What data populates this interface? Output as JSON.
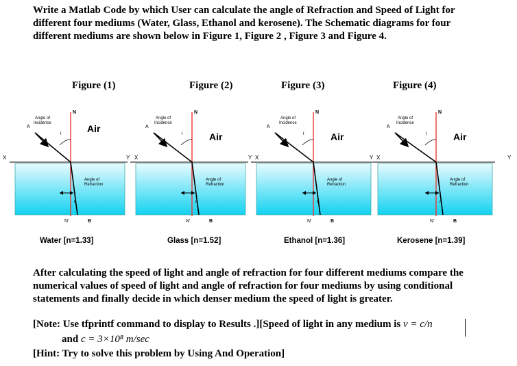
{
  "intro_text": "Write a Matlab Code by which User can calculate the angle of Refraction and Speed of Light for different four mediums (Water, Glass, Ethanol and kerosene). The Schematic diagrams for four different mediums are shown below in Figure 1, Figure 2 , Figure 3 and Figure 4.",
  "figure_labels": {
    "incidence": [
      "Angle of",
      "Incidence"
    ],
    "refraction": [
      "Angle of",
      "Refraction"
    ],
    "air": "Air",
    "point_a": "A",
    "point_b": "B",
    "normal_top": "N",
    "normal_bottom": "N'",
    "angle_i": "i",
    "angle_r": "r",
    "axis_left": "X",
    "axis_right": "Y"
  },
  "figures": [
    {
      "caption": "Figure (1)",
      "medium": "Water [n=1.33]"
    },
    {
      "caption": "Figure (2)",
      "medium": "Glass [n=1.52]"
    },
    {
      "caption": "Figure (3)",
      "medium": "Ethanol [n=1.36]"
    },
    {
      "caption": "Figure (4)",
      "medium": "Kerosene [n=1.39]"
    }
  ],
  "outro_text": "After calculating the speed of light and angle of refraction for four different mediums compare the numerical values of speed of light and angle of refraction for four mediums by using conditional statements and finally decide in which denser medium the speed of light is greater.",
  "note_text": "[Note: Use tfprintf command to display to Results .][Speed of light in any medium is",
  "note_formula": "v = c/n",
  "note_and": "and",
  "note_c": "c = 3×10⁸ m/sec",
  "hint_text": "[Hint: Try to solve this problem by Using And Operation]",
  "colors": {
    "water_top": "#e8fbff",
    "water_bottom": "#12d2f0",
    "normal_line": "#e53935",
    "ray": "#000000"
  }
}
